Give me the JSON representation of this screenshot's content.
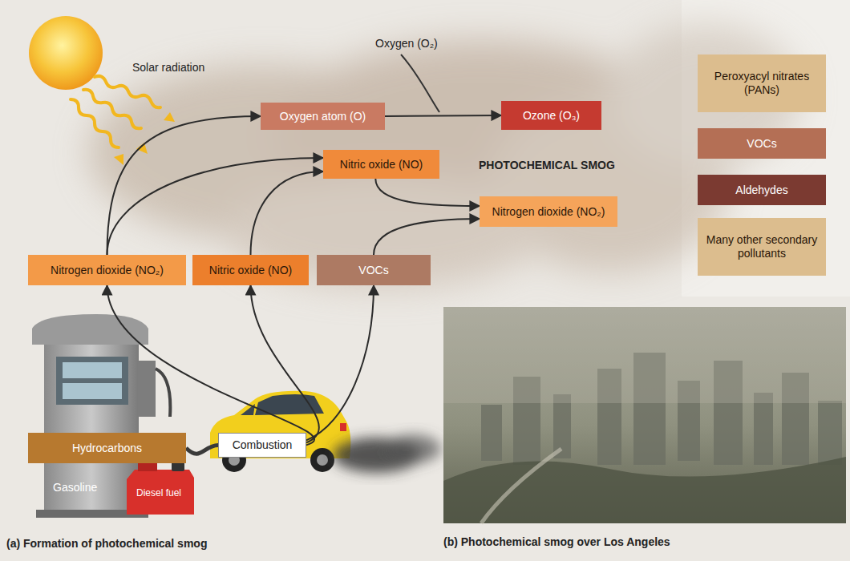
{
  "diagram": {
    "nodes": [
      {
        "text": [
          "Oxygen atom (O)"
        ]
      },
      {
        "text": [
          "Ozone (O₃)"
        ]
      },
      {
        "text": [
          "Nitric oxide (NO)"
        ]
      },
      {
        "text": [
          "Nitrogen dioxide (NO₂)"
        ]
      },
      {
        "text": [
          "Nitrogen dioxide (NO₂)"
        ]
      },
      {
        "text": [
          "Nitric oxide (NO)"
        ]
      },
      {
        "text": [
          "VOCs"
        ]
      },
      {
        "text": [
          "Peroxyacyl nitrates (PANs)"
        ]
      },
      {
        "text": [
          "VOCs"
        ]
      },
      {
        "text": [
          "Aldehydes"
        ]
      },
      {
        "text": [
          "Many other secondary pollutants"
        ]
      },
      {
        "text": [
          "Hydrocarbons"
        ]
      },
      {
        "text": [
          "Combustion"
        ]
      }
    ],
    "edges": [
      {
        "from": 4,
        "to": 0,
        "arrow": "to"
      },
      {
        "from": 4,
        "to": 2,
        "arrow": "to"
      },
      {
        "from": 5,
        "to": 2,
        "arrow": "to"
      },
      {
        "from": 0,
        "to": 1,
        "arrow": "to"
      },
      {
        "from": 2,
        "to": 3,
        "arrow": "to"
      },
      {
        "from": 6,
        "to": 3,
        "arrow": "to"
      },
      {
        "from": 11,
        "to": 12,
        "arrow": "none"
      },
      {
        "from": 12,
        "to": 4,
        "arrow": "to"
      },
      {
        "from": 12,
        "to": 5,
        "arrow": "to"
      },
      {
        "from": 12,
        "to": 6,
        "arrow": "to"
      }
    ],
    "labels": [
      "Solar radiation",
      "Oxygen (O₂)",
      "PHOTOCHEMICAL SMOG",
      "Gasoline",
      "Diesel fuel",
      "(a) Formation of photochemical smog",
      "(b) Photochemical smog over Los Angeles"
    ]
  }
}
